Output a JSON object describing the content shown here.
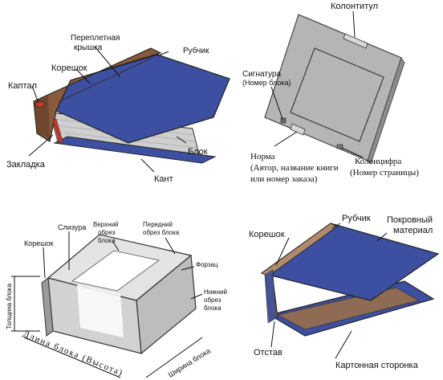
{
  "panel1": {
    "pereplet_line1": "Переплетная",
    "pereplet_line2": "крышка",
    "rubchik": "Рубчик",
    "koreshok": "Корешок",
    "kaptal": "Каптал",
    "zakladka": "Закладка",
    "blok": "Блок",
    "kant": "Кант"
  },
  "panel2": {
    "kolontitul": "Колонтитул",
    "signatura_line1": "Сигнатура",
    "signatura_line2": "(Номер блока)",
    "norma_line1": "Норма",
    "norma_line2": "(Автор, название книги",
    "norma_line3": "или номер заказа)",
    "kolontsifra_line1": "Колонцифра",
    "kolontsifra_line2": "(Номер страницы)"
  },
  "panel3": {
    "slizura": "Слизура",
    "koreshok": "Корешок",
    "verkh_line1": "Верхний",
    "verkh_line2": "обрез",
    "verkh_line3": "блока",
    "pered_line1": "Передний",
    "pered_line2": "обрез блока",
    "forzats": "Форзац",
    "nizh_line1": "Нижний",
    "nizh_line2": "обрез",
    "nizh_line3": "блока",
    "tolshchina": "Толщина блока",
    "dlina": "Длина блока (Высота)",
    "shirina": "Ширина блока"
  },
  "panel4": {
    "rubchik": "Рубчик",
    "koreshok": "Корешок",
    "pokrovny_line1": "Покровный",
    "pokrovny_line2": "материал",
    "otstav": "Отстав",
    "kartonnaya": "Картонная сторонка"
  },
  "colors": {
    "cover_blue": "#3d4fa0",
    "spine_brown": "#8a5a3c",
    "board_brown": "#8e6b52",
    "page_gray": "#bcbcbc",
    "block_light": "#dedede",
    "marker_red": "#c0392b"
  }
}
